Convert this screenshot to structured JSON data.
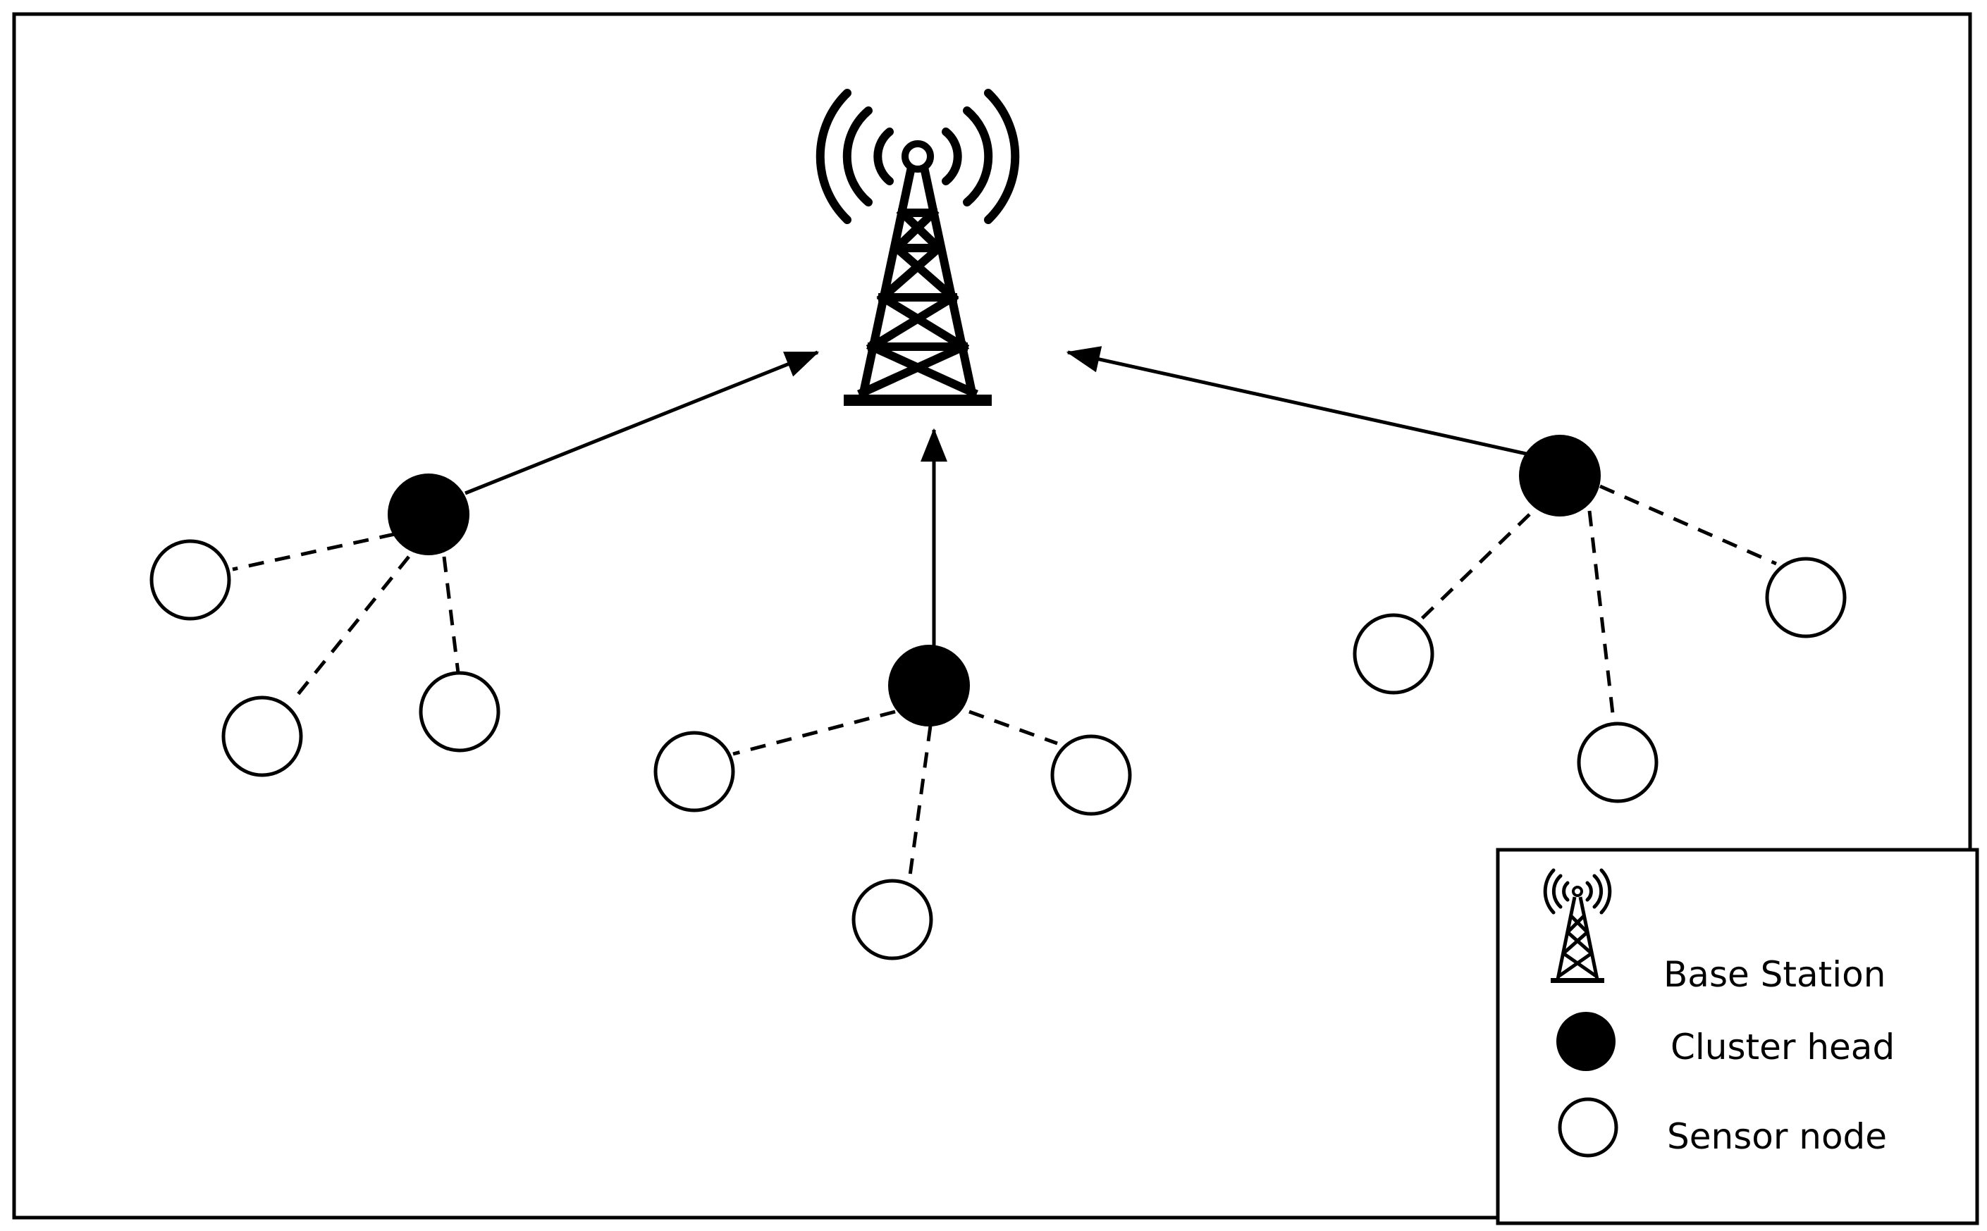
{
  "diagram": {
    "base_station": {
      "icon": "cell-tower-icon"
    },
    "clusters": [
      {
        "head": "cluster-head-left",
        "sensor_count": 3
      },
      {
        "head": "cluster-head-center",
        "sensor_count": 3
      },
      {
        "head": "cluster-head-right",
        "sensor_count": 3
      }
    ]
  },
  "legend": {
    "items": [
      {
        "icon": "cell-tower-icon",
        "label": "Base Station"
      },
      {
        "icon": "filled-circle-icon",
        "label": "Cluster head"
      },
      {
        "icon": "hollow-circle-icon",
        "label": "Sensor node"
      }
    ]
  },
  "colors": {
    "stroke": "#000000",
    "background": "#ffffff"
  }
}
